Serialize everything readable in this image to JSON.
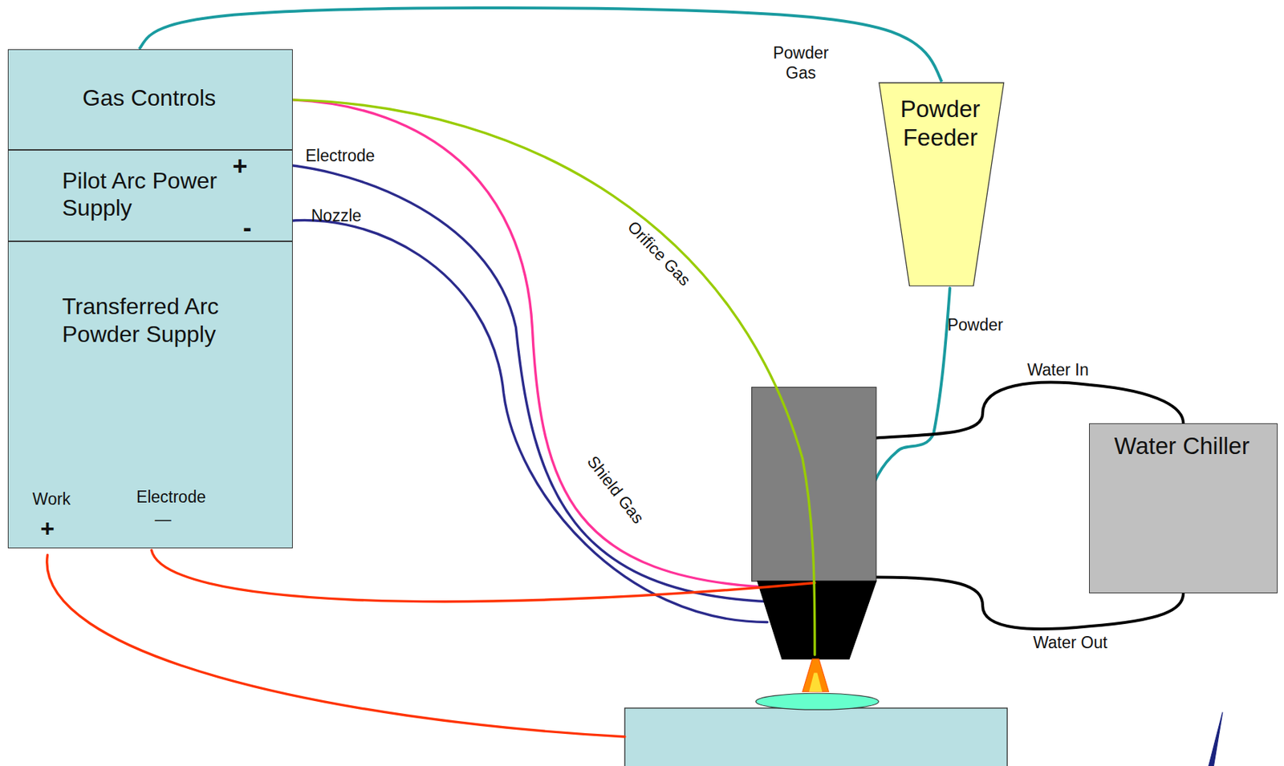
{
  "diagram": {
    "nodes": [
      {
        "text": [
          "Gas Controls"
        ]
      },
      {
        "text": [
          "Pilot Arc Power Supply"
        ]
      },
      {
        "text": [
          "Transferred Arc Powder Supply"
        ]
      },
      {
        "text": [
          "Powder Feeder"
        ]
      },
      {
        "text": [
          "Water Chiller"
        ]
      }
    ],
    "edges": [
      {
        "from": 0,
        "to": 3,
        "label": "Powder Gas",
        "arrow": "none"
      }
    ],
    "labels": [
      "Electrode",
      "+",
      "Nozzle",
      "-",
      "Orifice Gas",
      "Shield Gas",
      "Powder",
      "Water In",
      "Water Out",
      "Work",
      "+",
      "Electrode",
      "—"
    ]
  }
}
